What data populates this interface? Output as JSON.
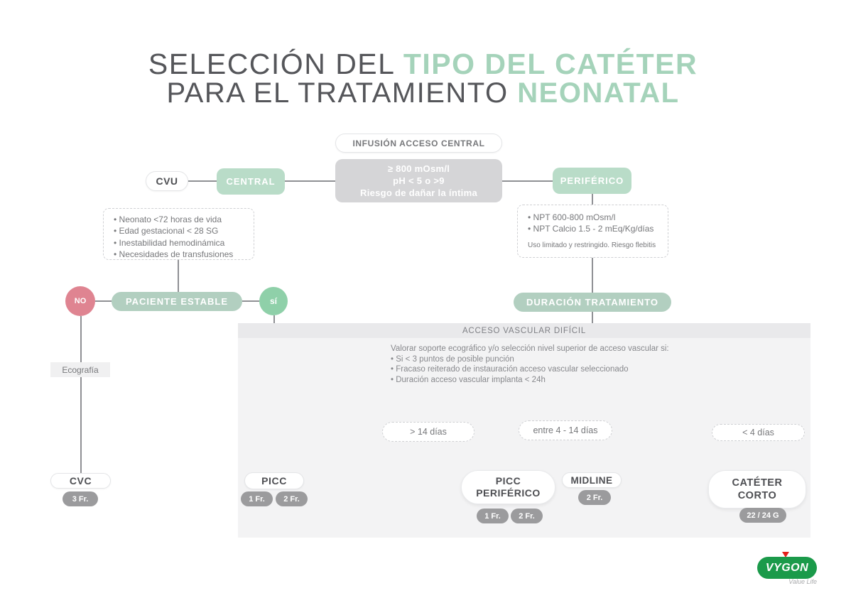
{
  "colors": {
    "green_accent": "#a5d3ba",
    "green_box": "#b9dcc8",
    "sage_box": "#b2cfc0",
    "green_yes": "#8fd0a9",
    "red_no": "#df8491",
    "gray_info_box": "#d5d5d7",
    "gray_size_pill": "#9b9b9d",
    "panel_bg": "#f3f3f4",
    "logo_green": "#1b9a4a",
    "logo_red": "#e3201b"
  },
  "title": {
    "line1_gray": "SELECCIÓN DEL",
    "line1_green": "TIPO DEL CATÉTER",
    "line2_gray": "PARA EL TRATAMIENTO",
    "line2_green": "NEONATAL"
  },
  "central_flow": {
    "infusion_label": "INFUSIÓN ACCESO CENTRAL",
    "criteria_lines": [
      "≥ 800 mOsm/l",
      "pH < 5 o >9",
      "Riesgo de dañar la íntima"
    ],
    "cvu_label": "CVU",
    "central_label": "CENTRAL",
    "periferico_label": "PERIFÉRICO"
  },
  "central_branch": {
    "criteria": [
      "Neonato <72 horas de vida",
      "Edad gestacional < 28 SG",
      "Inestabilidad hemodinámica",
      "Necesidades de transfusiones"
    ],
    "no_label": "NO",
    "paciente_estable_label": "PACIENTE ESTABLE",
    "si_label": "sí",
    "ecografia_label": "Ecografía",
    "cvc_label": "CVC",
    "cvc_size": "3 Fr."
  },
  "periferico_branch": {
    "criteria": [
      "NPT 600-800 mOsm/l",
      "NPT Calcio 1.5 - 2 mEq/Kg/días"
    ],
    "note": "Uso limitado y restringido. Riesgo flebitis",
    "duracion_label": "DURACIÓN TRATAMIENTO"
  },
  "difficult_access_panel": {
    "header": "ACCESO VASCULAR DIFÍCIL",
    "intro": "Valorar soporte ecográfico y/o selección nivel superior de acceso vascular si:",
    "bullets": [
      "Si < 3 puntos de posible punción",
      "Fracaso reiterado de instauración acceso vascular seleccionado",
      "Duración acceso vascular implanta < 24h"
    ]
  },
  "duration_branches": {
    "more_14": "> 14 días",
    "between_4_14": "entre 4 - 14 días",
    "less_4": "< 4 días"
  },
  "outcomes": {
    "picc": {
      "label": "PICC",
      "sizes": [
        "1 Fr.",
        "2 Fr."
      ]
    },
    "picc_periferico": {
      "label_line1": "PICC",
      "label_line2": "PERIFÉRICO",
      "sizes": [
        "1 Fr.",
        "2 Fr."
      ]
    },
    "midline": {
      "label": "MIDLINE",
      "sizes": [
        "2 Fr."
      ]
    },
    "cateter_corto": {
      "label_line1": "CATÉTER",
      "label_line2": "CORTO",
      "sizes": [
        "22 / 24 G"
      ]
    }
  },
  "logo": {
    "brand": "VYGON",
    "tagline": "Value Life"
  }
}
